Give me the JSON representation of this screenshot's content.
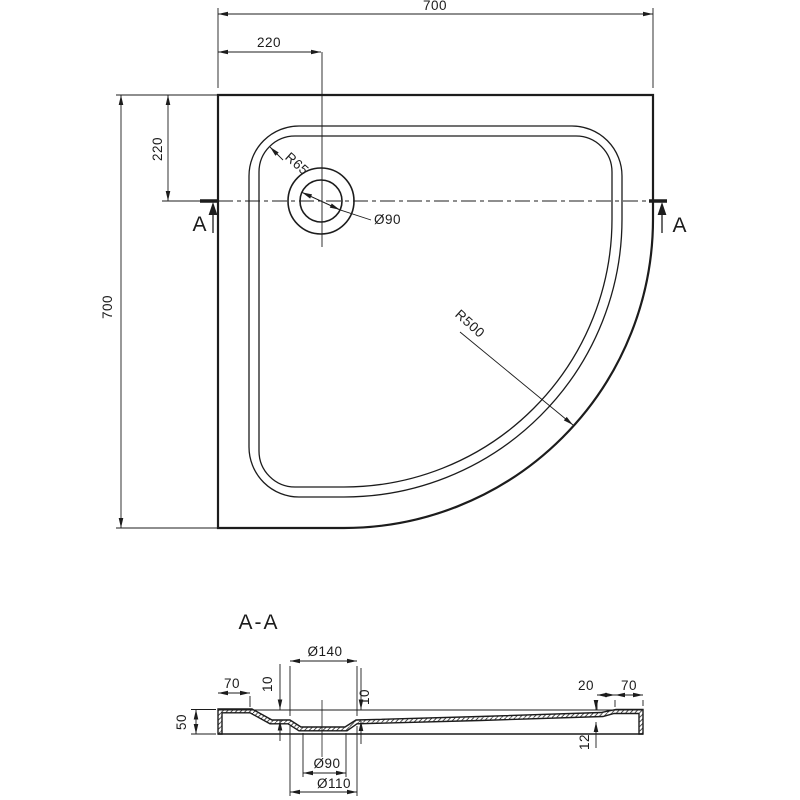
{
  "colors": {
    "line": "#1c1c1c",
    "background": "#ffffff"
  },
  "top_view": {
    "width_label": "700",
    "height_label": "700",
    "drain_offset_x_label": "220",
    "drain_offset_y_label": "220",
    "inner_corner_radius_label": "R65",
    "drain_diameter_label": "Ø90",
    "front_radius_label": "R500",
    "section_marker_left": "A",
    "section_marker_right": "A"
  },
  "section_view": {
    "title": "A-A",
    "recess_top_diameter_label": "Ø140",
    "left_rim_width_label": "70",
    "left_depth_label": "10",
    "right_depth_label": "10",
    "left_height_label": "50",
    "right_step_label": "20",
    "right_rim_width_label": "70",
    "right_edge_height_label": "12",
    "drain_hole_diameter_label": "Ø90",
    "recess_bottom_diameter_label": "Ø110"
  }
}
